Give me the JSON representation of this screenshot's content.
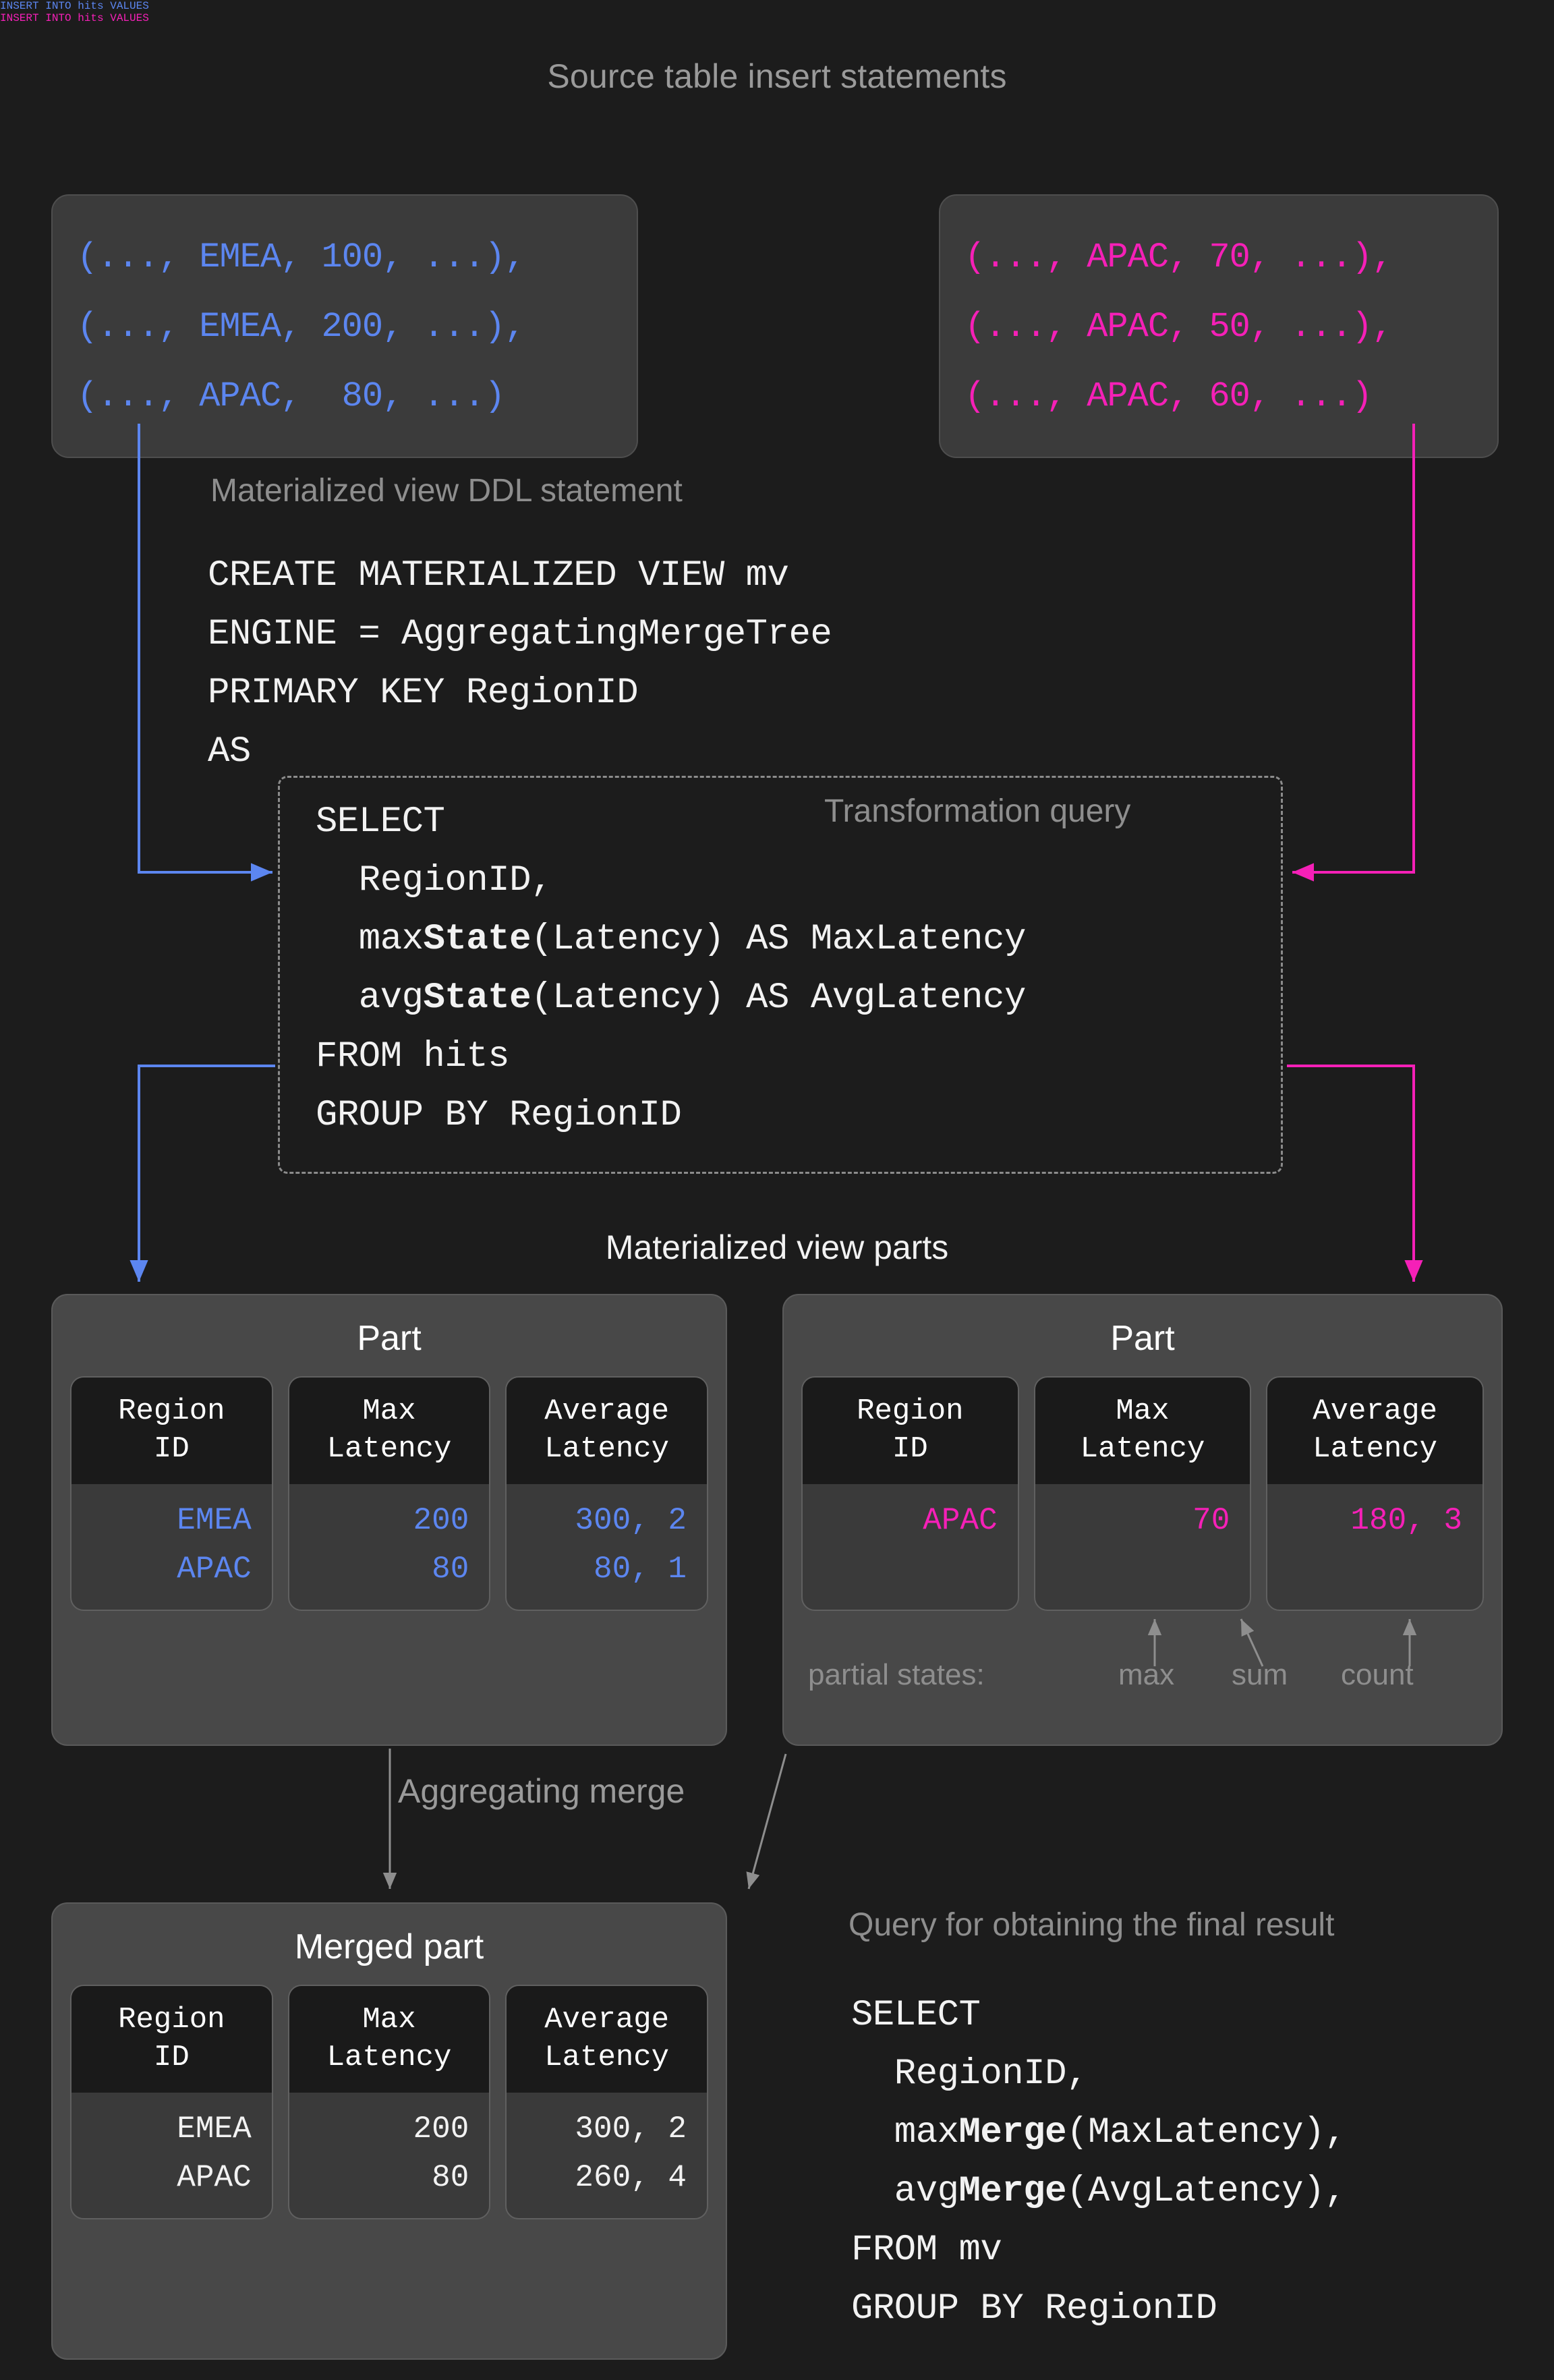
{
  "diagram": {
    "title": "Source table insert statements",
    "mv_parts_label": "Materialized view parts",
    "agg_merge_label": "Aggregating merge",
    "colors": {
      "background": "#1c1c1c",
      "blue": "#5c86f0",
      "pink": "#f520b7",
      "text": "#f2f2f2",
      "muted": "#8e8e8e",
      "box": "#3b3b3b",
      "part_box": "#484848",
      "col_head": "#1a1a1a"
    }
  },
  "inserts": {
    "left": {
      "header": "INSERT INTO hits VALUES",
      "color": "#5c86f0",
      "lines": [
        "(..., EMEA, 100, ...),",
        "(..., EMEA, 200, ...),",
        "(..., APAC,  80, ...)"
      ]
    },
    "right": {
      "header": "INSERT INTO hits VALUES",
      "color": "#f520b7",
      "lines": [
        "(..., APAC, 70, ...),",
        "(..., APAC, 50, ...),",
        "(..., APAC, 60, ...)"
      ]
    }
  },
  "ddl": {
    "label": "Materialized view DDL statement",
    "lines": [
      "CREATE MATERIALIZED VIEW mv",
      "ENGINE = AggregatingMergeTree",
      "PRIMARY KEY RegionID",
      "AS"
    ]
  },
  "transform": {
    "label": "Transformation query",
    "lines_html": "SELECT\n  RegionID,\n  max<b>State</b>(Latency) AS MaxLatency\n  avg<b>State</b>(Latency) AS AvgLatency\nFROM hits\nGROUP BY RegionID"
  },
  "parts": {
    "headers": [
      "Region\nID",
      "Max\nLatency",
      "Average\nLatency"
    ],
    "left": {
      "title": "Part",
      "rows": [
        [
          "EMEA",
          "200",
          "300, 2"
        ],
        [
          "APAC",
          "80",
          "80, 1"
        ]
      ]
    },
    "right": {
      "title": "Part",
      "rows": [
        [
          "APAC",
          "70",
          "180, 3"
        ]
      ]
    },
    "merged": {
      "title": "Merged part",
      "rows": [
        [
          "EMEA",
          "200",
          "300, 2"
        ],
        [
          "APAC",
          "80",
          "260, 4"
        ]
      ]
    }
  },
  "partial_states": {
    "label": "partial states:",
    "items": [
      "max",
      "sum",
      "count"
    ]
  },
  "final_query": {
    "label": "Query for obtaining the final result",
    "lines_html": "SELECT\n  RegionID,\n  max<b>Merge</b>(MaxLatency),\n  avg<b>Merge</b>(AvgLatency),\nFROM mv\nGROUP BY RegionID"
  }
}
